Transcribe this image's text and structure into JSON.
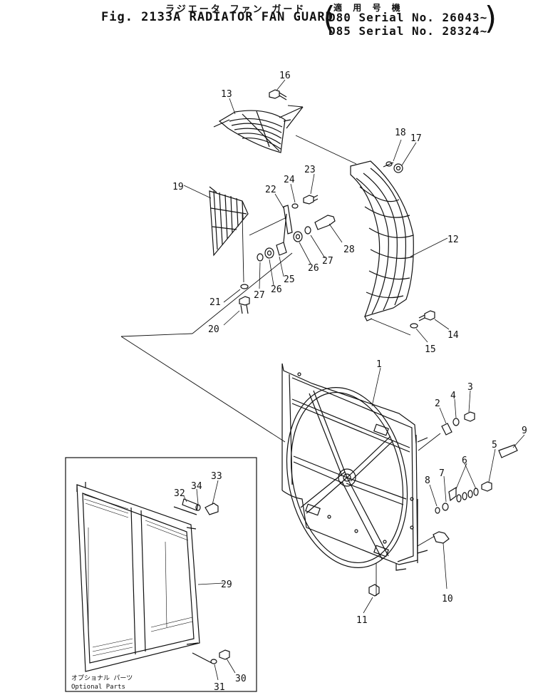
{
  "header": {
    "title_jp": "ラジエータ ファン ガード",
    "title": "Fig. 2133A RADIATOR FAN GUARD",
    "serial_header": "適 用 号 機",
    "serials": [
      "D80 Serial No. 26043~",
      "D85 Serial No. 28324~"
    ]
  },
  "callouts": [
    "1",
    "2",
    "3",
    "4",
    "5",
    "6",
    "7",
    "8",
    "9",
    "10",
    "11",
    "12",
    "13",
    "14",
    "15",
    "16",
    "17",
    "18",
    "19",
    "20",
    "21",
    "22",
    "23",
    "24",
    "25",
    "26",
    "26",
    "27",
    "27",
    "28",
    "29",
    "30",
    "31",
    "32",
    "33",
    "34"
  ],
  "inset": {
    "caption_jp": "オプショナル パーツ",
    "caption": "Optional Parts"
  }
}
